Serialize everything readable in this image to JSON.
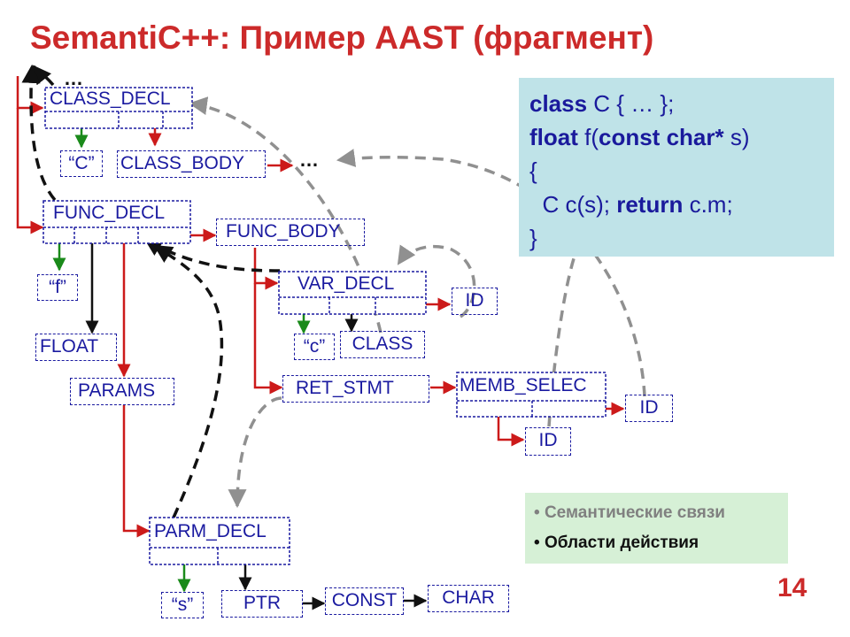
{
  "title": "SemantiC++: Пример AAST (фрагмент)",
  "colors": {
    "title": "#cc2a2a",
    "node_text": "#1a1aa0",
    "node_border": "#1a1aa0",
    "edge_red": "#cc1a1a",
    "edge_green": "#1a8a1a",
    "edge_black": "#111111",
    "semantic_link": "#909090",
    "scope_link": "#111111",
    "code_box": "#bfe3e8",
    "legend_box": "#d6f0d6"
  },
  "nodes": {
    "class_decl": "CLASS_DECL",
    "c_name": "“C”",
    "class_body": "CLASS_BODY",
    "ellipsis": "…",
    "func_decl": "FUNC_DECL",
    "func_body": "FUNC_BODY",
    "f_name": "“f”",
    "float_type": "FLOAT",
    "params": "PARAMS",
    "var_decl": "VAR_DECL",
    "id_var": "ID",
    "c_var": "“c”",
    "class_ref": "CLASS",
    "ret_stmt": "RET_STMT",
    "memb_selec": "MEMB_SELEC",
    "id_memb_left": "ID",
    "id_memb_right": "ID",
    "parm_decl": "PARM_DECL",
    "s_name": "“s”",
    "ptr": "PTR",
    "const": "CONST",
    "char": "CHAR"
  },
  "code": {
    "line1_kw": "class",
    "line1_rest": " C { … };",
    "line2_kw": "float",
    "line2_mid": " f(",
    "line2_kw2": "const char*",
    "line2_rest": " s)",
    "line3": "{",
    "line4_a": "  C c(s); ",
    "line4_kw": "return",
    "line4_b": " c.m;",
    "line5": "}"
  },
  "legend": {
    "semantic_links": "Семантические связи",
    "scopes": "Области действия"
  },
  "page_number": "14"
}
